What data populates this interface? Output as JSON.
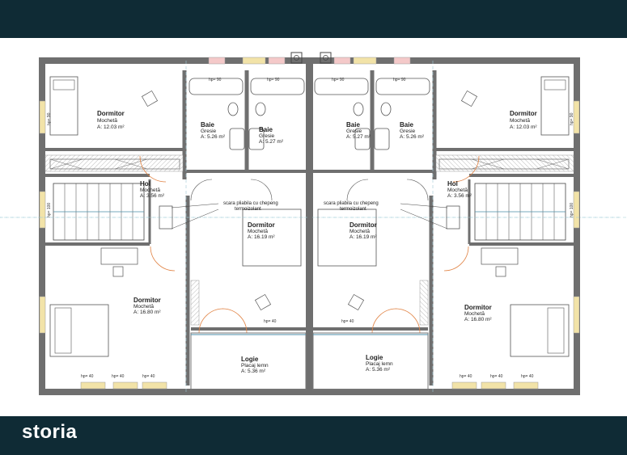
{
  "brand": {
    "name": "storia",
    "bar_color": "#0f2b35"
  },
  "left": {
    "dormitor_top": {
      "name": "Dormitor",
      "floor": "Mochetă",
      "area": "A: 12.03 m²"
    },
    "baie_left": {
      "name": "Baie",
      "floor": "Gresie",
      "area": "A: 5.26 m²"
    },
    "baie_mid": {
      "name": "Baie",
      "floor": "Gresie",
      "area": "A: 5.27 m²"
    },
    "hol": {
      "name": "Hol",
      "floor": "Mochetă",
      "area": "A: 3.56 m²"
    },
    "stair_note": {
      "line1": "scara pliabila cu chepeng",
      "line2": "termoizolant"
    },
    "dormitor_mid": {
      "name": "Dormitor",
      "floor": "Mochetă",
      "area": "A: 16.19 m²"
    },
    "dormitor_bottom": {
      "name": "Dormitor",
      "floor": "Mochetă",
      "area": "A: 16.80 m²"
    },
    "logie": {
      "name": "Logie",
      "floor": "Placaj lemn",
      "area": "A: 5.36 m²"
    },
    "hp_bath1": "hp= 90",
    "hp_bath2": "hp= 90",
    "hp_side_top": "hp= 90",
    "hp_side_mid": "hp= 100",
    "hp_mid": "hp= 40",
    "hp_bot1": "hp= 40",
    "hp_bot2": "hp= 40",
    "hp_bot3": "hp= 40"
  },
  "right": {
    "dormitor_top": {
      "name": "Dormitor",
      "floor": "Mochetă",
      "area": "A: 12.03 m²"
    },
    "baie_left": {
      "name": "Baie",
      "floor": "Gresie",
      "area": "A: 5.27 m²"
    },
    "baie_mid": {
      "name": "Baie",
      "floor": "Gresie",
      "area": "A: 5.26 m²"
    },
    "hol": {
      "name": "Hol",
      "floor": "Mochetă",
      "area": "A: 3.56 m²"
    },
    "stair_note": {
      "line1": "scara pliabila cu chepeng",
      "line2": "termoizolant"
    },
    "dormitor_mid": {
      "name": "Dormitor",
      "floor": "Mochetă",
      "area": "A: 16.19 m²"
    },
    "dormitor_bottom": {
      "name": "Dormitor",
      "floor": "Mochetă",
      "area": "A: 16.80 m²"
    },
    "logie": {
      "name": "Logie",
      "floor": "Placaj lemn",
      "area": "A: 5.36 m²"
    },
    "hp_bath1": "hp= 90",
    "hp_bath2": "hp= 90",
    "hp_side_top": "hp= 90",
    "hp_side_mid": "hp= 100",
    "hp_mid": "hp= 40",
    "hp_bot1": "hp= 40",
    "hp_bot2": "hp= 40",
    "hp_bot3": "hp= 40"
  }
}
